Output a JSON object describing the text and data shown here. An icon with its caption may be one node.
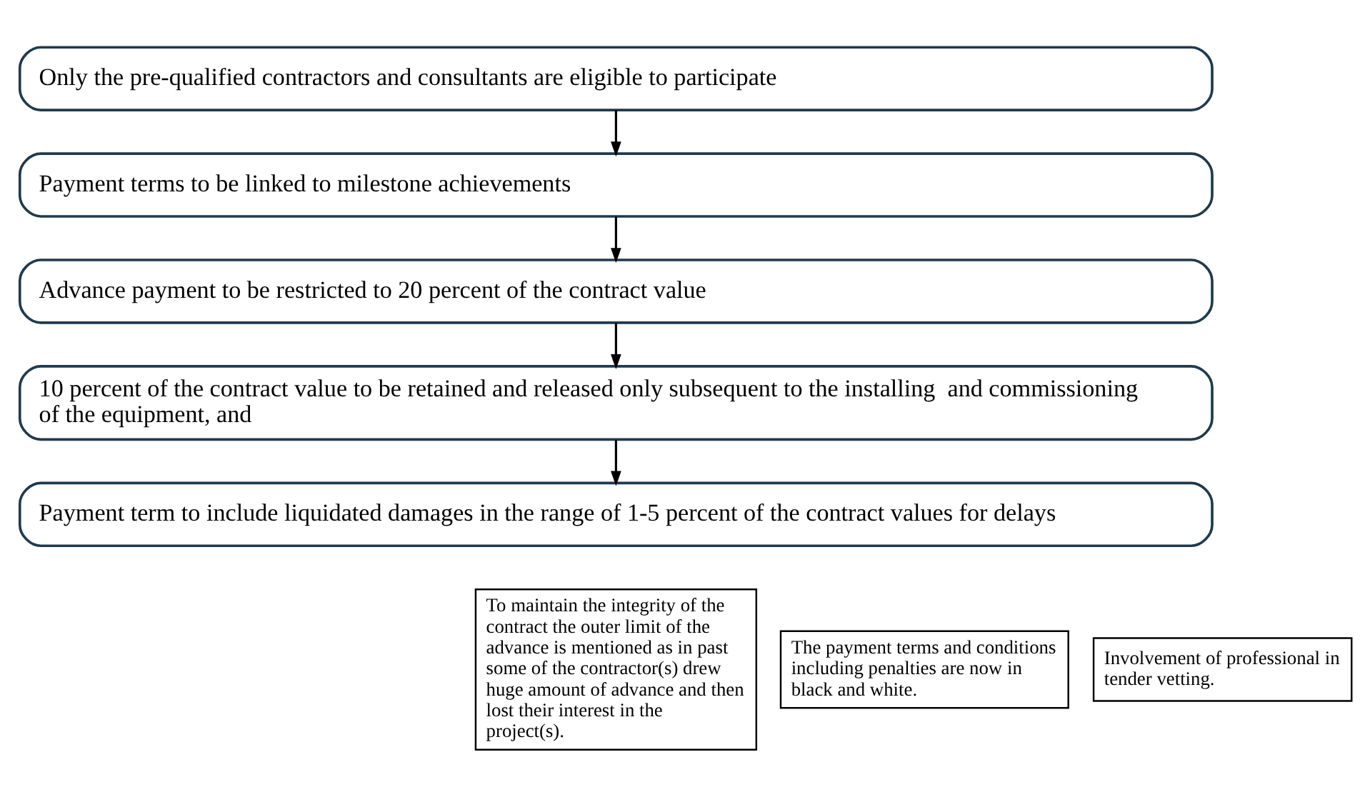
{
  "diagram": {
    "nodes": [
      {
        "text": [
          "Only the pre-qualified contractors and consultants are eligible to participate"
        ]
      },
      {
        "text": [
          "Payment terms to be linked to milestone achievements"
        ]
      },
      {
        "text": [
          "Advance payment to be restricted to 20 percent of the contract value"
        ]
      },
      {
        "text": [
          "10 percent of the contract value to be retained and released only subsequent to the installing  and commissioning of the equipment, and"
        ]
      },
      {
        "text": [
          "Payment term to include liquidated damages in the range of 1-5 percent of the contract values for delays"
        ]
      },
      {
        "text": [
          "To maintain the integrity of the contract the outer limit of the advance is mentioned as in past some of the contractor(s) drew huge amount of advance and then lost their interest in the project(s)."
        ]
      },
      {
        "text": [
          "The payment terms and conditions including penalties are now in black and white."
        ]
      },
      {
        "text": [
          "Involvement of professional in tender vetting."
        ]
      }
    ],
    "edges": [
      {
        "from": 0,
        "to": 1,
        "arrow": "to"
      },
      {
        "from": 1,
        "to": 2,
        "arrow": "to"
      },
      {
        "from": 2,
        "to": 3,
        "arrow": "to"
      },
      {
        "from": 3,
        "to": 4,
        "arrow": "to"
      }
    ]
  }
}
